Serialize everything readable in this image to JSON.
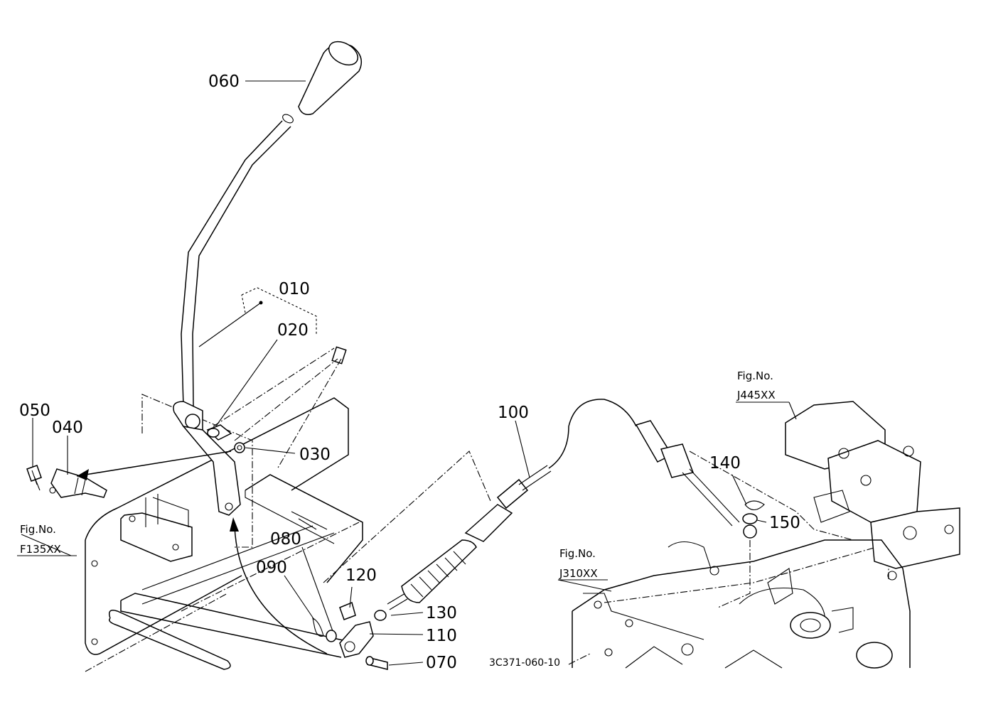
{
  "callouts": {
    "p060": "060",
    "p010": "010",
    "p020": "020",
    "p050": "050",
    "p040": "040",
    "p030": "030",
    "p100": "100",
    "p080": "080",
    "p090": "090",
    "p120": "120",
    "p130": "130",
    "p110": "110",
    "p070": "070",
    "p140": "140",
    "p150": "150"
  },
  "figure_refs": {
    "f135_title": "Fig.No.",
    "f135_code": "F135XX",
    "j310_title": "Fig.No.",
    "j310_code": "J310XX",
    "j445_title": "Fig.No.",
    "j445_code": "J445XX"
  },
  "drawing_number": "3C371-060-10"
}
